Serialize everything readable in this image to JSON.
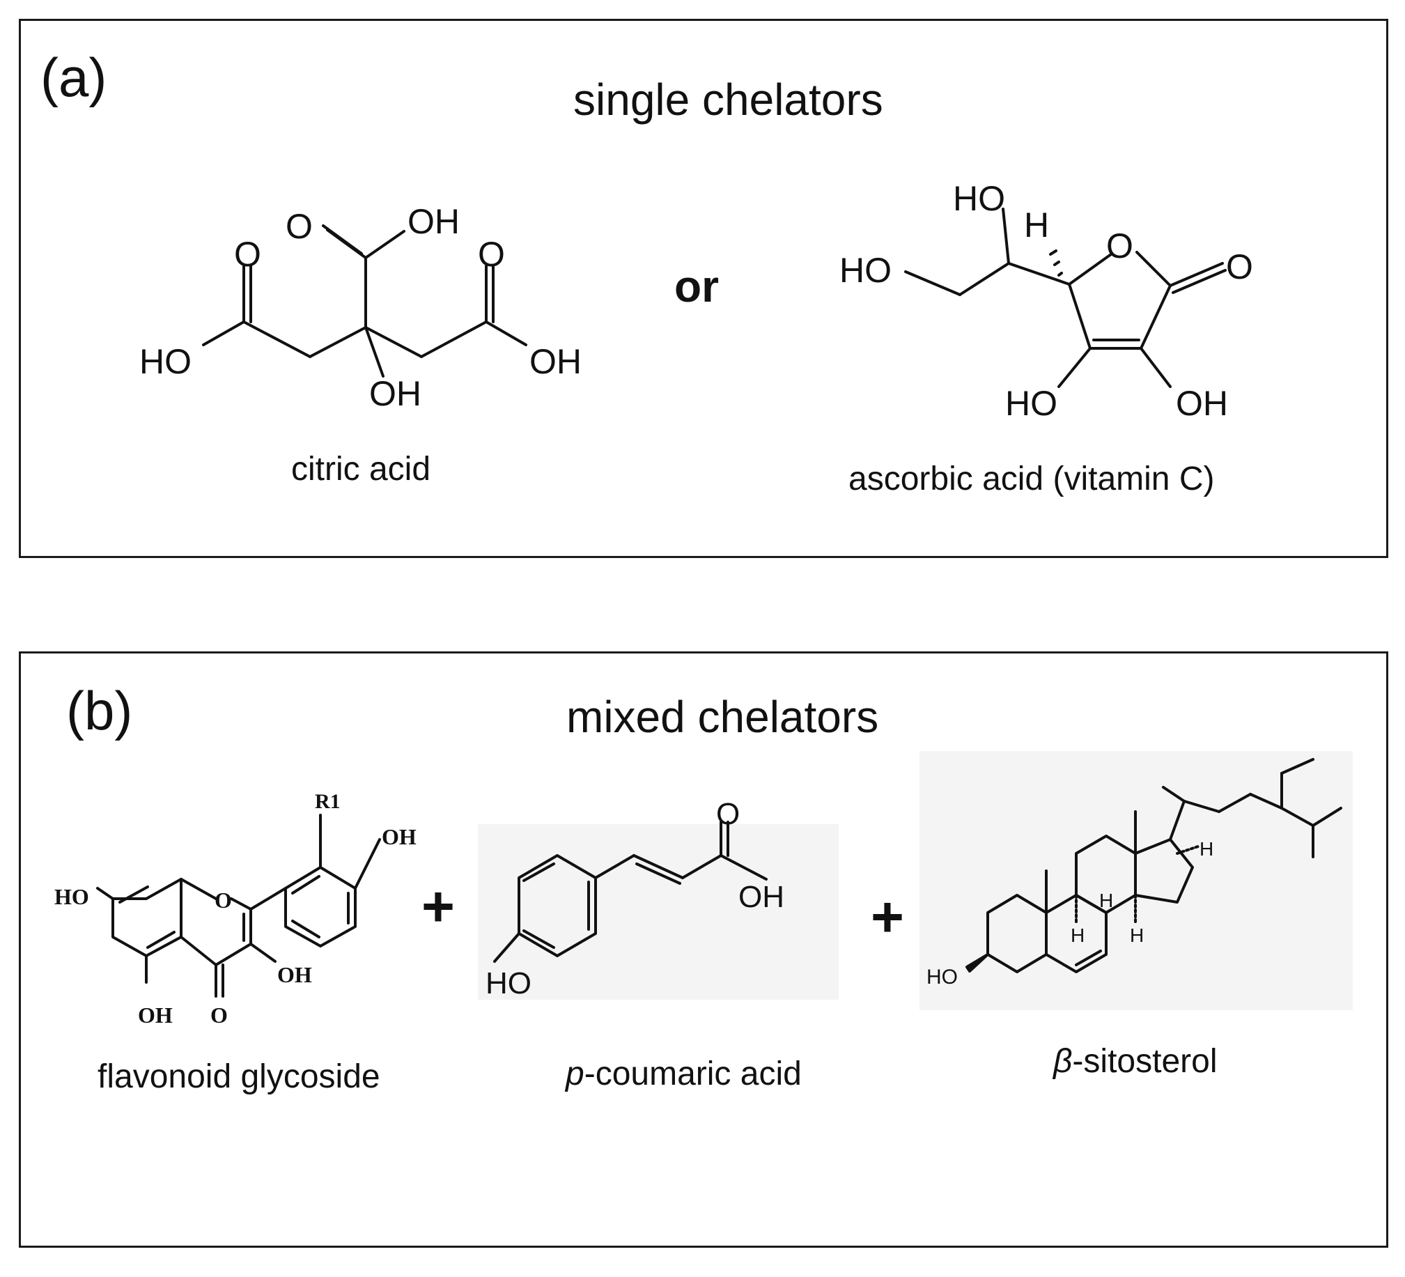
{
  "panel_a": {
    "letter": "(a)",
    "heading": "single chelators",
    "connector": "or",
    "compound_1": {
      "name": "citric acid",
      "labels": {
        "oh_top": "OH",
        "o_top": "O",
        "o_left": "O",
        "o_right": "O",
        "ho_left": "HO",
        "oh_right": "OH",
        "oh_center": "OH"
      }
    },
    "compound_2": {
      "name": "ascorbic acid (vitamin C)",
      "labels": {
        "ho_top": "HO",
        "ho_left": "HO",
        "h": "H",
        "o_ring": "O",
        "o_carbonyl": "O",
        "ho_bottom": "HO",
        "oh_bottom": "OH"
      }
    }
  },
  "panel_b": {
    "letter": "(b)",
    "heading": "mixed chelators",
    "plus_1": "+",
    "plus_2": "+",
    "compound_1": {
      "name": "flavonoid glycoside",
      "labels": {
        "r1": "R1",
        "oh_top": "OH",
        "ho_left": "HO",
        "o_ring": "O",
        "oh_c3": "OH",
        "oh_c5": "OH",
        "o_carbonyl": "O"
      }
    },
    "compound_2": {
      "name_prefix": "p",
      "name_suffix": "-coumaric acid",
      "labels": {
        "o": "O",
        "oh": "OH",
        "ho": "HO"
      }
    },
    "compound_3": {
      "name_prefix": "β",
      "name_suffix": "-sitosterol",
      "labels": {
        "ho": "HO",
        "h1": "H",
        "h2": "H",
        "h3": "H",
        "h4": "H"
      }
    }
  }
}
